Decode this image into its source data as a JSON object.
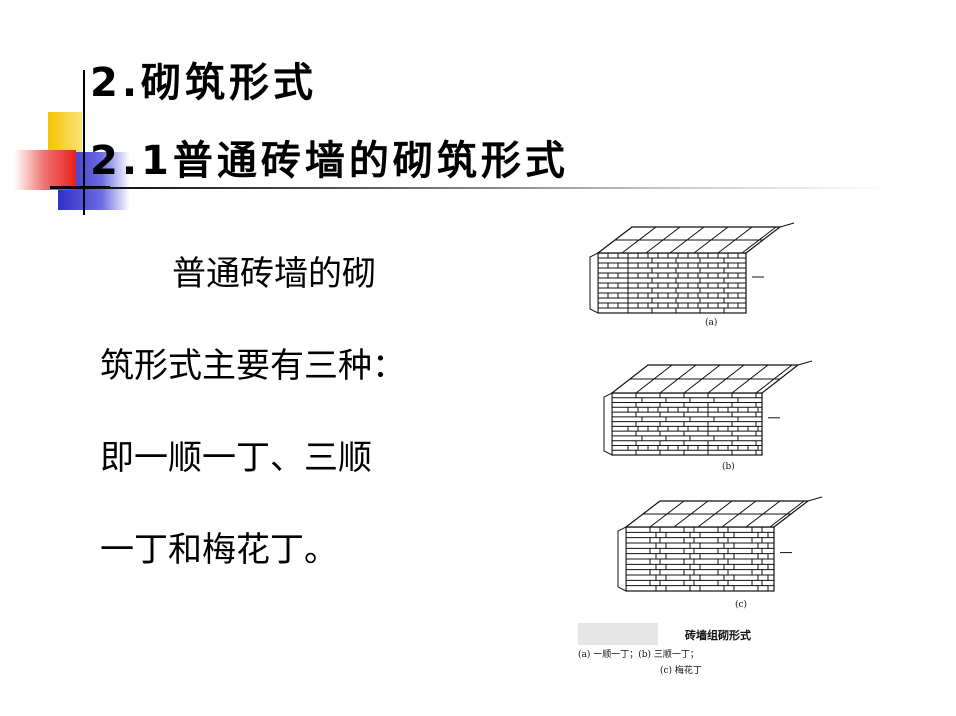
{
  "slide": {
    "title_line1": "2.砌筑形式",
    "title_line2": "2.1普通砖墙的砌筑形式",
    "body_lines": [
      "普通砖墙的砌",
      "筑形式主要有三种：",
      "即一顺一丁、三顺",
      "一丁和梅花丁。"
    ]
  },
  "figure": {
    "panels": [
      {
        "label": "(a)"
      },
      {
        "label": "(b)"
      },
      {
        "label": "(c)"
      }
    ],
    "caption": "砖墙组砌形式",
    "legend_line1": "(a) 一顺一丁；(b) 三顺一丁；",
    "legend_line2": "(c) 梅花丁"
  },
  "colors": {
    "deco_yellow": "#f5c400",
    "deco_red": "#ee3333",
    "deco_blue": "#3a3acc"
  },
  "icons": [
    "corner-decoration"
  ]
}
